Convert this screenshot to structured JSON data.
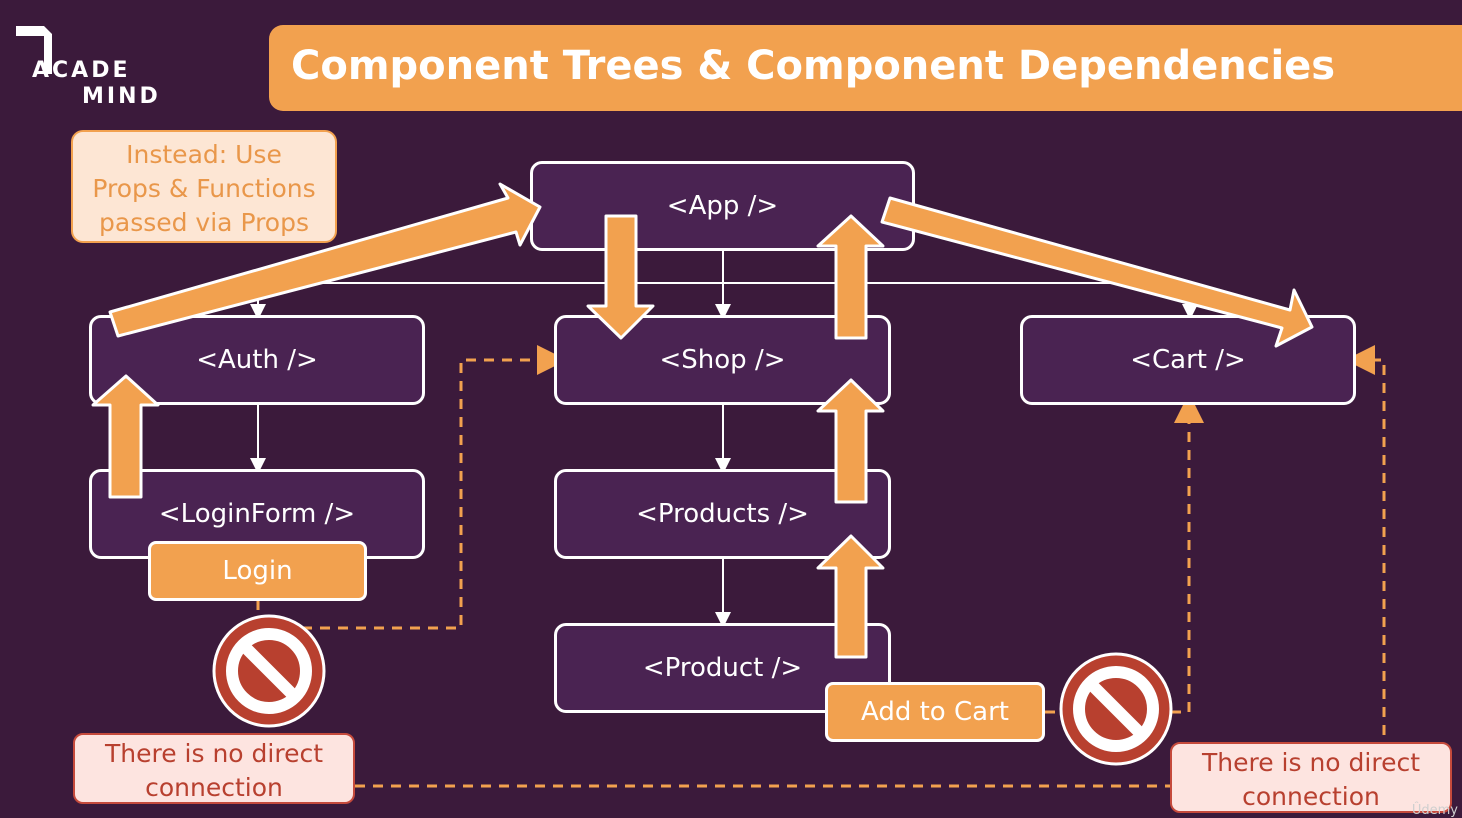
{
  "logo": {
    "line1": "ACADE",
    "line2": "MIND"
  },
  "title": "Component Trees & Component Dependencies",
  "note": {
    "lines": [
      "Instead: Use",
      "Props & Functions",
      "passed via Props"
    ]
  },
  "components": {
    "app": "<App />",
    "auth": "<Auth />",
    "shop": "<Shop />",
    "cart": "<Cart />",
    "login_form": "<LoginForm />",
    "products": "<Products />",
    "product": "<Product />"
  },
  "actions": {
    "login": "Login",
    "add_to_cart": "Add to Cart"
  },
  "warnings": {
    "left": [
      "There is no direct",
      "connection"
    ],
    "right": [
      "There is no direct",
      "connection"
    ]
  },
  "watermark": "Ûdemy",
  "colors": {
    "background": "#3b1a3b",
    "accent": "#f2a14f",
    "node_fill": "#4a2352",
    "forbidden": "#b8402f"
  }
}
